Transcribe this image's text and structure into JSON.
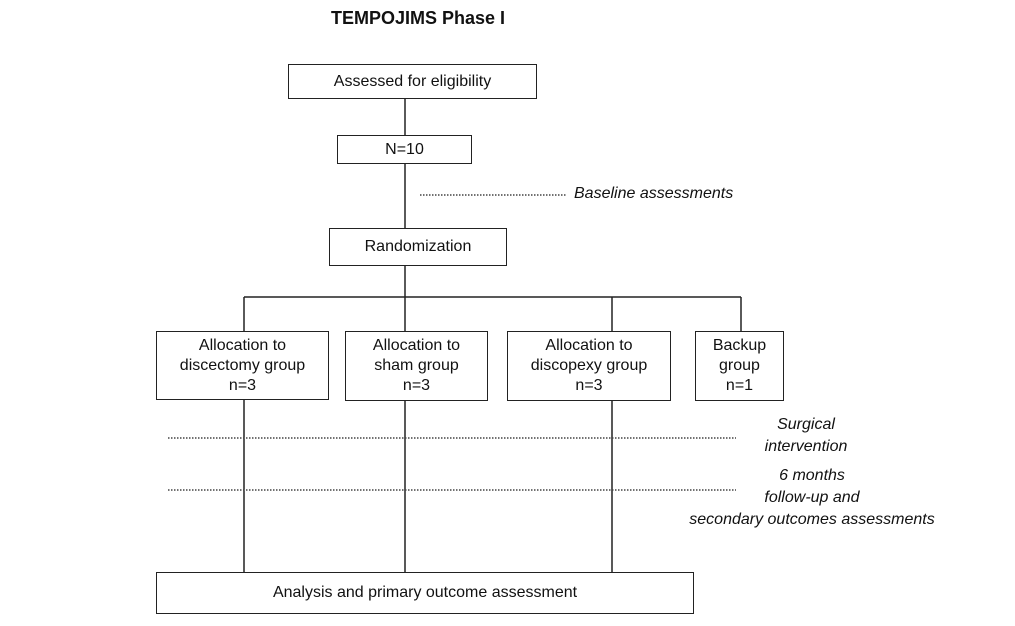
{
  "title": "TEMPOJIMS Phase I",
  "nodes": {
    "eligibility": "Assessed for eligibility",
    "n_total": "N=10",
    "randomization": "Randomization",
    "discectomy": {
      "line1": "Allocation to",
      "line2": "discectomy group",
      "count": "n=3"
    },
    "sham": {
      "line1": "Allocation to",
      "line2": "sham group",
      "count": "n=3"
    },
    "discopexy": {
      "line1": "Allocation to",
      "line2": "discopexy group",
      "count": "n=3"
    },
    "backup": {
      "line1": "Backup",
      "line2": "group",
      "count": "n=1"
    },
    "analysis": "Analysis and primary outcome assessment"
  },
  "annotations": {
    "baseline": "Baseline assessments",
    "surgical": {
      "line1": "Surgical",
      "line2": "intervention"
    },
    "followup": {
      "line1": "6 months",
      "line2": "follow-up and",
      "line3": "secondary outcomes assessments"
    }
  }
}
